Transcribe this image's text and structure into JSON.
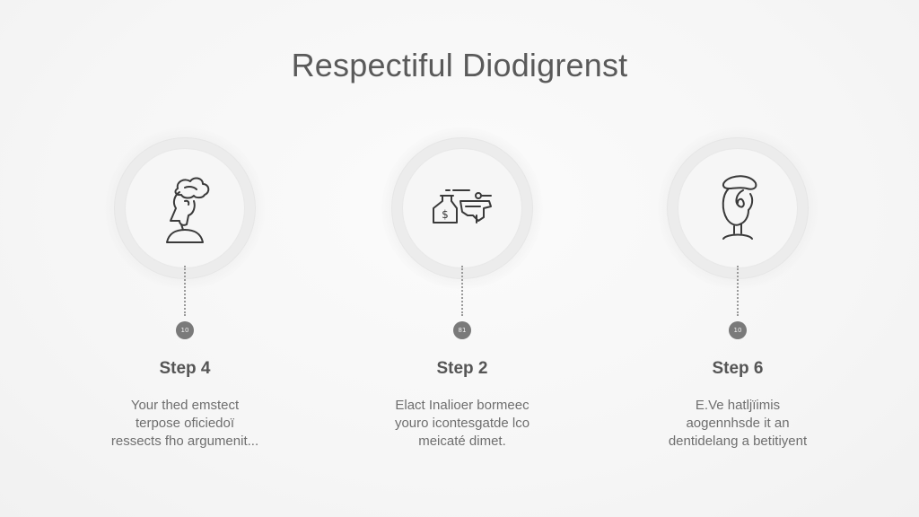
{
  "title": "Respectiful Diodigrenst",
  "steps": [
    {
      "icon": "person-head-cloud-icon",
      "node_label": "10",
      "label": "Step 4",
      "lines": [
        "Your thed emstect",
        "terpose oficiedoї",
        "ressects fho argumenit..."
      ]
    },
    {
      "icon": "money-bag-handshake-icon",
      "node_label": "81",
      "label": "Step 2",
      "lines": [
        "Elact Inalioer bormeec",
        "youro icontesgatde lco",
        "meicaté dimet."
      ]
    },
    {
      "icon": "brain-head-profile-icon",
      "node_label": "10",
      "label": "Step 6",
      "lines": [
        "E.Ve hatljїimis",
        "aogennhsde it an",
        "dentidelang a betitiyent"
      ]
    }
  ],
  "colors": {
    "background": "#f7f7f7",
    "title": "#5a5a5a",
    "text": "#6e6e6e",
    "node": "#7a7a7a"
  }
}
